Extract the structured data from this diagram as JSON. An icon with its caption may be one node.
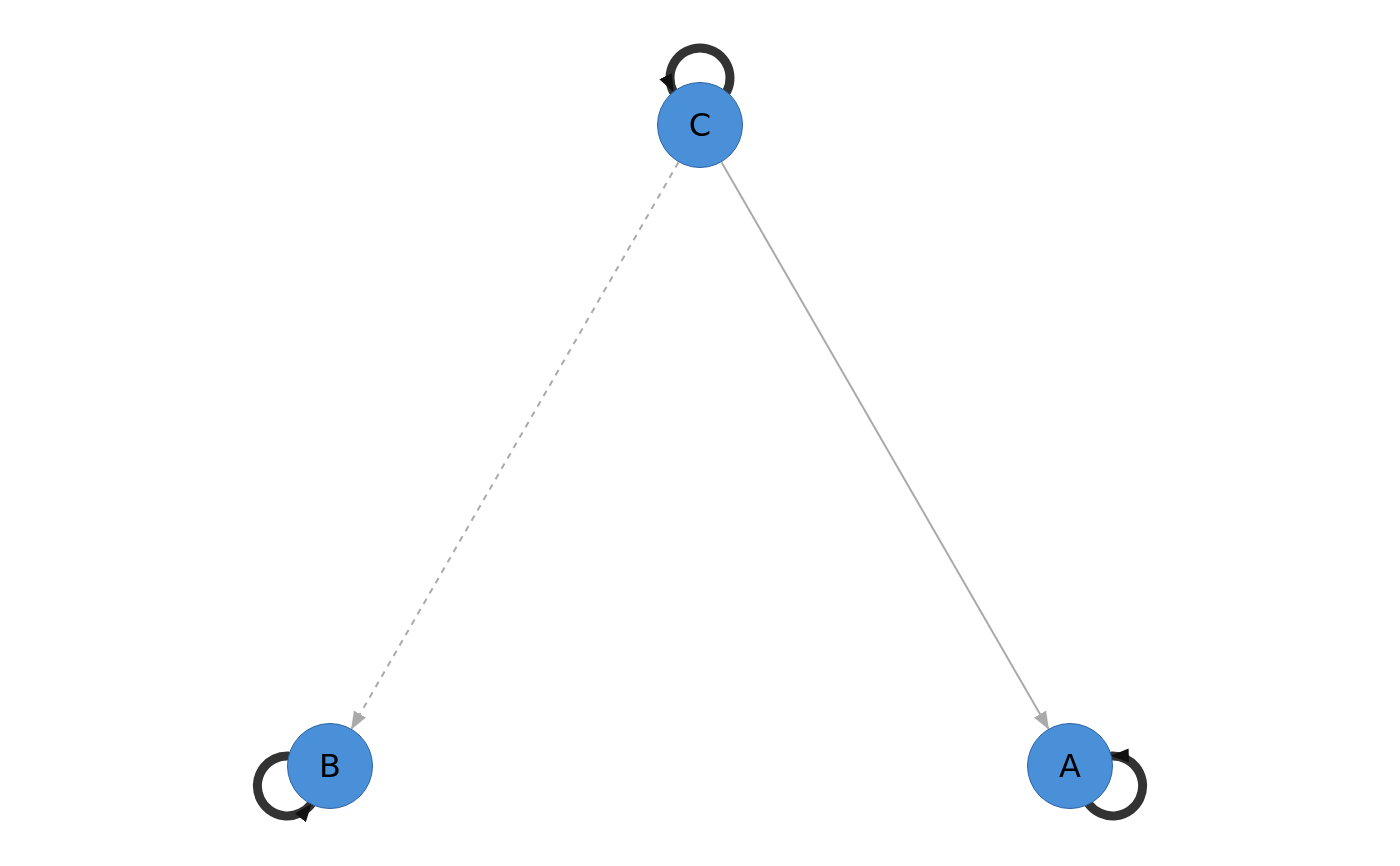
{
  "diagram": {
    "nodes": [
      {
        "text": [
          "C"
        ]
      },
      {
        "text": [
          "B"
        ]
      },
      {
        "text": [
          "A"
        ]
      }
    ],
    "edges": [
      {
        "from": 0,
        "to": 1,
        "arrow": "to",
        "style": "dashed",
        "color": "#aaaaaa"
      },
      {
        "from": 0,
        "to": 2,
        "arrow": "to",
        "color": "#aaaaaa"
      },
      {
        "from": 0,
        "to": 0,
        "arrow": "to"
      },
      {
        "from": 1,
        "to": 1,
        "arrow": "to"
      },
      {
        "from": 2,
        "to": 2,
        "arrow": "to"
      }
    ]
  }
}
